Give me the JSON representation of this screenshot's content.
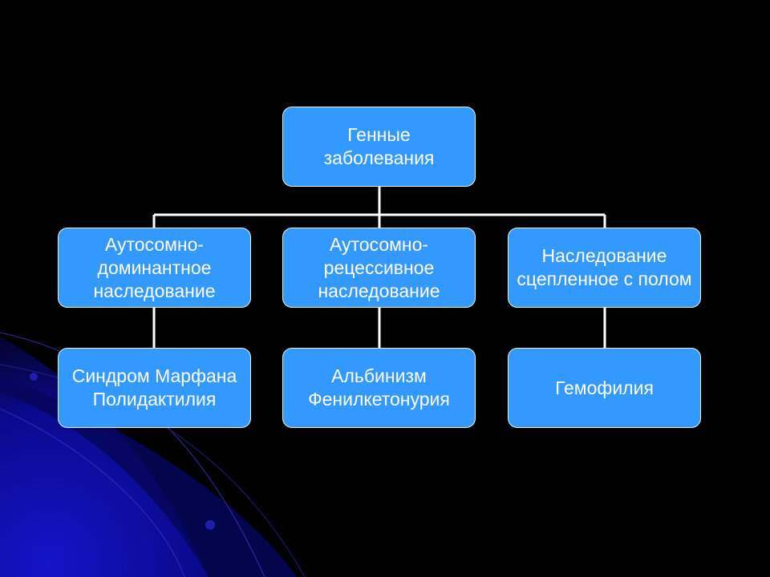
{
  "diagram": {
    "root": {
      "label": "Генные\nзаболевания"
    },
    "inheritance_types": [
      {
        "label": "Аутосомно-\nдоминантное\nнаследование"
      },
      {
        "label": "Аутосомно-\nрецессивное\nнаследование"
      },
      {
        "label": "Наследование\nсцепленное с полом"
      }
    ],
    "diseases": [
      {
        "label": "Синдром Марфана\nПолидактилия"
      },
      {
        "label": "Альбинизм\nФенилкетонурия"
      },
      {
        "label": "Гемофилия"
      }
    ]
  },
  "colors": {
    "background": "#000000",
    "node_fill": "#3399FF",
    "node_border": "#E6F0FF",
    "text": "#FFFFFF",
    "connector": "#FFFFFF",
    "decor_blue": "#0A0A9C"
  }
}
